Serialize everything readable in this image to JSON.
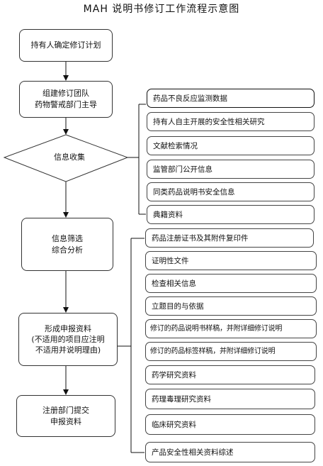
{
  "title": "MAH 说明书修订工作流程示意图",
  "flow": {
    "step1": "持有人确定修订计划",
    "step2": [
      "组建修订团队",
      "药物警戒部门主导"
    ],
    "step3": "信息收集",
    "step4": [
      "信息筛选",
      "综合分析"
    ],
    "step5": [
      "形成申报资料",
      "(不适用的项目应注明",
      "不适用并说明理由)"
    ],
    "step6": [
      "注册部门提交",
      "申报资料"
    ]
  },
  "collection_items": [
    "药品不良反应监测数据",
    "持有人自主开展的安全性相关研究",
    "文献检索情况",
    "监管部门公开信息",
    "同类药品说明书安全信息",
    "典籍资料"
  ],
  "submission_items": [
    "药品注册证书及其附件复印件",
    "证明性文件",
    "检查相关信息",
    "立题目的与依据",
    "修订的药品说明书样稿，并附详细修订说明",
    "修订的药品标签样稿，并附详细修订说明",
    "药学研究资料",
    "药理毒理研究资料",
    "临床研究资料",
    "产品安全性相关资料综述"
  ]
}
